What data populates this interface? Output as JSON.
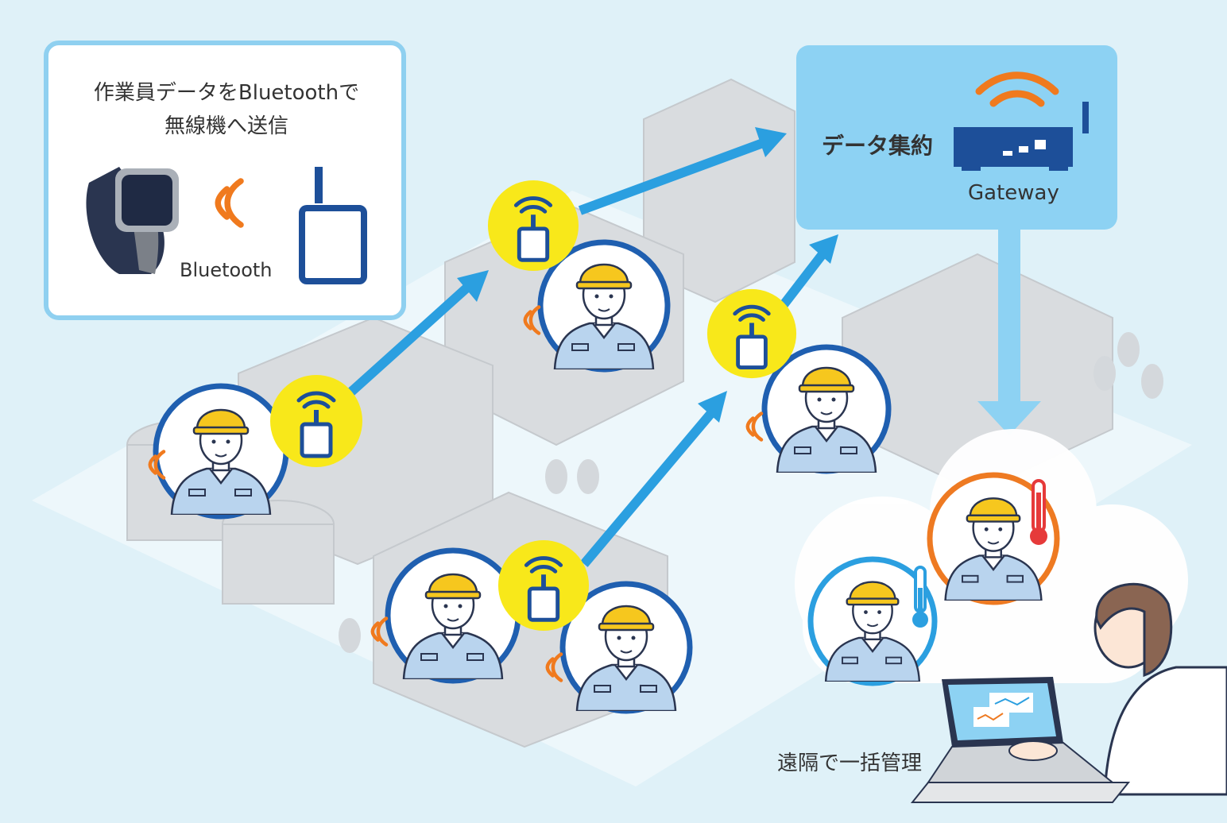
{
  "info_box": {
    "title_line1": "作業員データをBluetoothで",
    "title_line2": "無線機へ送信",
    "bluetooth_label": "Bluetooth"
  },
  "gateway_box": {
    "aggregate_label": "データ集約",
    "gateway_label": "Gateway"
  },
  "remote_label": "遠隔で一括管理",
  "colors": {
    "background": "#dff1f8",
    "info_border": "#8fd0f0",
    "gateway_bg": "#8dd2f3",
    "arrow": "#2b9fe0",
    "signal": "#f07a1e",
    "radio_circle": "#f8e81a",
    "device_blue": "#1d4f99",
    "worker_ring": "#1f5fb0",
    "helmet": "#f6c71e",
    "alert_ring": "#ee7a22",
    "ok_ring": "#2b9fe0",
    "thermo_hot": "#e63a3a",
    "thermo_ok": "#2b9fe0"
  },
  "icons": [
    "smartwatch-icon",
    "bluetooth-signal-icon",
    "radio-device-icon",
    "gateway-router-icon",
    "wifi-signal-icon",
    "thermometer-icon",
    "cloud-icon",
    "laptop-icon"
  ]
}
